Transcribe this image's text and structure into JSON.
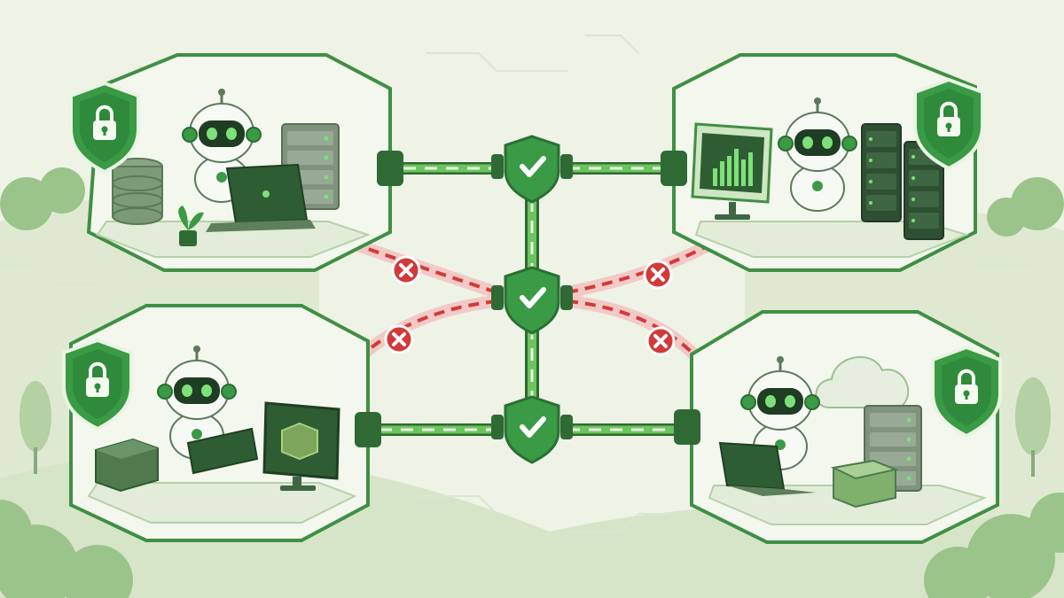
{
  "diagram": {
    "colors": {
      "background": "#eef3e6",
      "hill_light": "#dfe9d2",
      "hill_mid": "#cfe0c0",
      "tree": "#9bc48a",
      "tree_dark": "#7fb06c",
      "pod_fill": "#f3f7ee",
      "pod_border": "#3f8f44",
      "pod_floor": "#e2ecd8",
      "shield": "#3a9a45",
      "shield_dark": "#2d7a37",
      "connector": "#2f6a35",
      "allowed_link": "#5cb84f",
      "blocked_link": "#d23a3a",
      "robot_body": "#f7f9f4",
      "robot_face": "#1f3d22",
      "robot_eye": "#7ee07a",
      "device_dark": "#2f5d33",
      "server": "#7a8f78"
    },
    "pods": [
      {
        "id": "top-left",
        "lock_icon": "padlock-icon",
        "robot_device": "laptop",
        "props": [
          "database-stack",
          "server-rack",
          "potted-plant"
        ]
      },
      {
        "id": "top-right",
        "lock_icon": "padlock-icon",
        "robot_device": "analytics-monitor",
        "props": [
          "server-rack"
        ]
      },
      {
        "id": "bottom-left",
        "lock_icon": "padlock-icon",
        "robot_device": "tablet",
        "props": [
          "storage-box",
          "cube-monitor"
        ]
      },
      {
        "id": "bottom-right",
        "lock_icon": "padlock-icon",
        "robot_device": "laptop",
        "props": [
          "cloud",
          "server-rack",
          "open-box"
        ]
      }
    ],
    "gateways": [
      {
        "id": "gateway-top",
        "status": "allowed",
        "icon": "check-icon"
      },
      {
        "id": "gateway-middle",
        "status": "allowed",
        "icon": "check-icon"
      },
      {
        "id": "gateway-bottom",
        "status": "allowed",
        "icon": "check-icon"
      }
    ],
    "links": [
      {
        "id": "link-top-left",
        "status": "allowed"
      },
      {
        "id": "link-top-right",
        "status": "allowed"
      },
      {
        "id": "link-bottom-left",
        "status": "allowed"
      },
      {
        "id": "link-bottom-right",
        "status": "allowed"
      },
      {
        "id": "link-trunk",
        "status": "allowed"
      },
      {
        "id": "direct-top-left",
        "status": "blocked",
        "icon": "x-icon"
      },
      {
        "id": "direct-top-right",
        "status": "blocked",
        "icon": "x-icon"
      },
      {
        "id": "direct-bottom-left",
        "status": "blocked",
        "icon": "x-icon"
      },
      {
        "id": "direct-bottom-right",
        "status": "blocked",
        "icon": "x-icon"
      }
    ]
  }
}
